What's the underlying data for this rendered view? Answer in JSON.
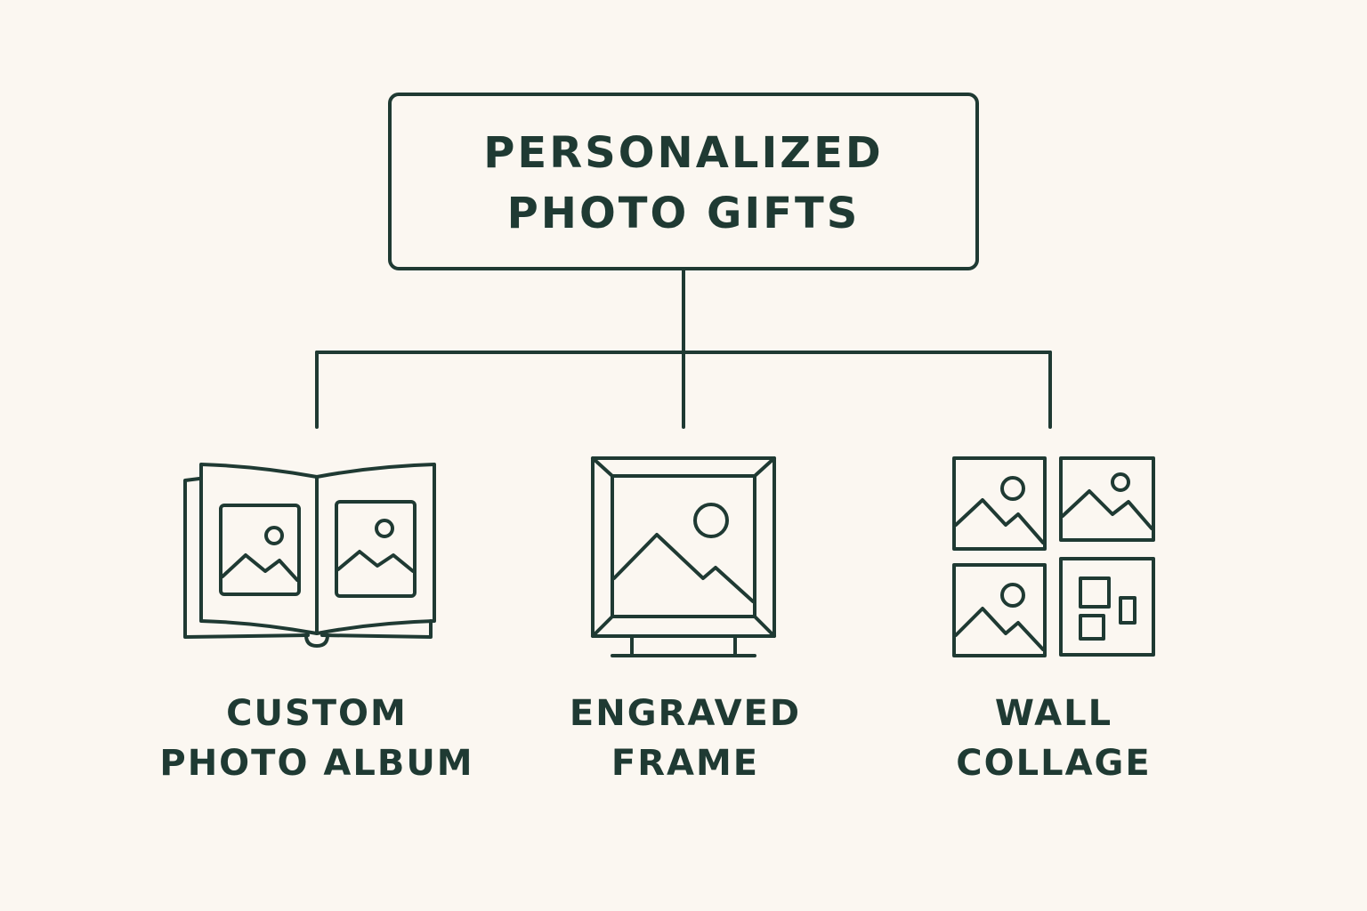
{
  "root": {
    "line1": "PERSONALIZED",
    "line2": "PHOTO GIFTS"
  },
  "children": [
    {
      "line1": "CUSTOM",
      "line2": "PHOTO ALBUM",
      "icon": "photo-album-icon"
    },
    {
      "line1": "ENGRAVED",
      "line2": "FRAME",
      "icon": "picture-frame-icon"
    },
    {
      "line1": "WALL",
      "line2": "COLLAGE",
      "icon": "wall-collage-icon"
    }
  ],
  "colors": {
    "background": "#FBF7F1",
    "stroke": "#1F3A33"
  }
}
